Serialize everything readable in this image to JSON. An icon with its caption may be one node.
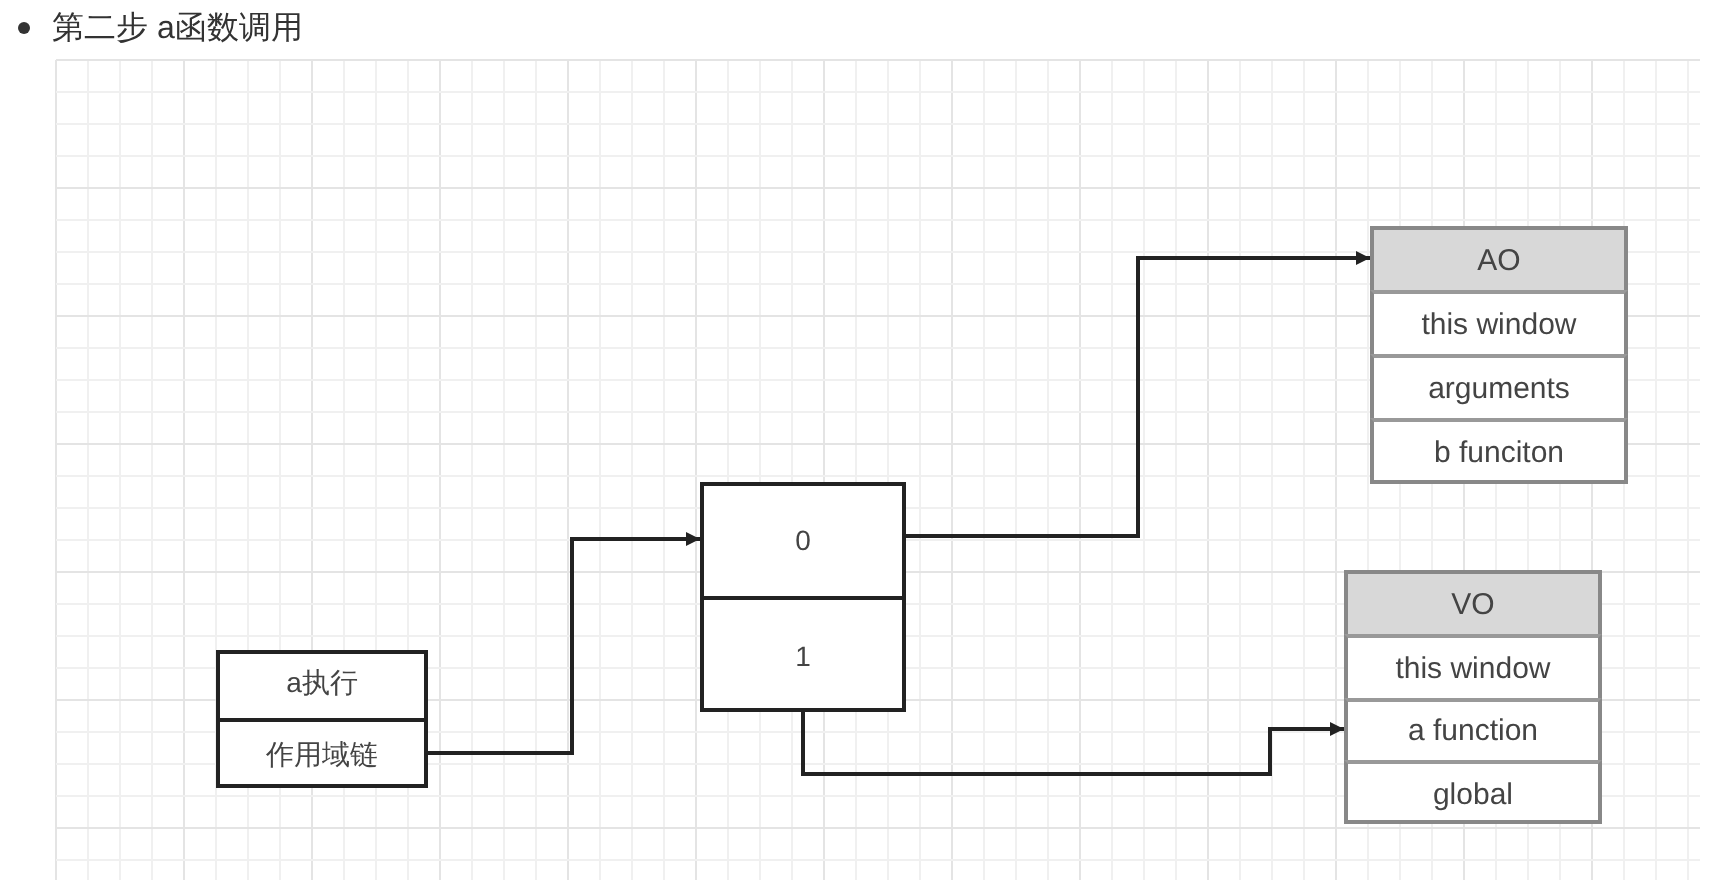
{
  "diagram": {
    "title": "第二步 a函数调用",
    "nodes": [
      {
        "text": [],
        "shape": "box"
      },
      {
        "text": [
          "a执行"
        ],
        "in": 0
      },
      {
        "text": [
          "作用域链"
        ],
        "in": 0
      },
      {
        "text": [],
        "shape": "box"
      },
      {
        "text": [
          "0"
        ],
        "in": 3
      },
      {
        "text": [
          "1"
        ],
        "in": 3
      },
      {
        "text": [],
        "shape": "box"
      },
      {
        "text": [
          "AO"
        ],
        "in": 6
      },
      {
        "text": [
          "this window"
        ],
        "in": 6
      },
      {
        "text": [
          "arguments"
        ],
        "in": 6
      },
      {
        "text": [
          "b funciton"
        ],
        "in": 6
      },
      {
        "text": [],
        "shape": "box"
      },
      {
        "text": [
          "VO"
        ],
        "in": 11
      },
      {
        "text": [
          "this window"
        ],
        "in": 11
      },
      {
        "text": [
          "a function"
        ],
        "in": 11
      },
      {
        "text": [
          "global"
        ],
        "in": 11
      }
    ],
    "edges": [
      {
        "from": 2,
        "to": 4,
        "arrow": "to"
      },
      {
        "from": 4,
        "to": 7,
        "arrow": "to"
      },
      {
        "from": 5,
        "to": 14,
        "arrow": "to"
      }
    ]
  }
}
